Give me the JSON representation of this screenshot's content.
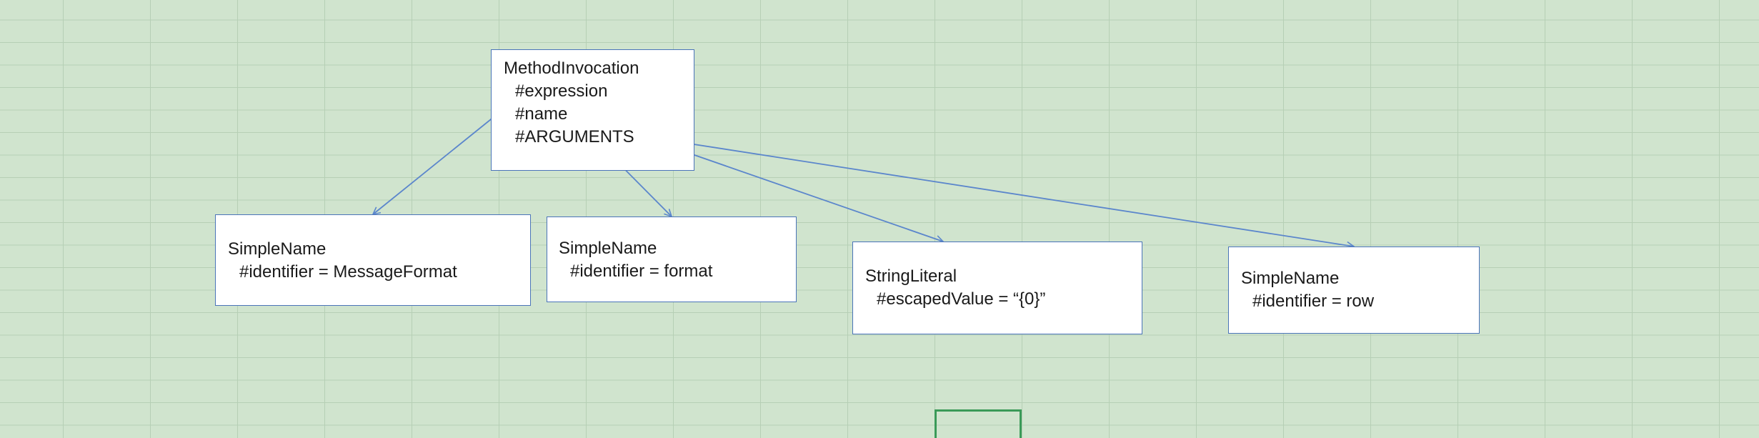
{
  "nodes": {
    "method_invocation": {
      "title": "MethodInvocation",
      "attrs": [
        "#expression",
        "#name",
        "#ARGUMENTS"
      ]
    },
    "simple_name_1": {
      "title": "SimpleName",
      "attrs": [
        "#identifier = MessageFormat"
      ]
    },
    "simple_name_2": {
      "title": "SimpleName",
      "attrs": [
        "#identifier = format"
      ]
    },
    "string_literal": {
      "title": "StringLiteral",
      "attrs": [
        "#escapedValue = “{0}”"
      ]
    },
    "simple_name_3": {
      "title": "SimpleName",
      "attrs": [
        "#identifier = row"
      ]
    }
  },
  "edges": [
    {
      "from": "#expression",
      "to": "simple_name_1"
    },
    {
      "from": "#name",
      "to": "simple_name_2"
    },
    {
      "from": "#ARGUMENTS",
      "to": "string_literal"
    },
    {
      "from": "#ARGUMENTS",
      "to": "simple_name_3"
    }
  ],
  "colors": {
    "sheet_background": "#d0e4ce",
    "gridline": "#b6cfb5",
    "node_border": "#4a74b9",
    "edge": "#5b86cc",
    "selected_cell": "#3a9a58"
  }
}
